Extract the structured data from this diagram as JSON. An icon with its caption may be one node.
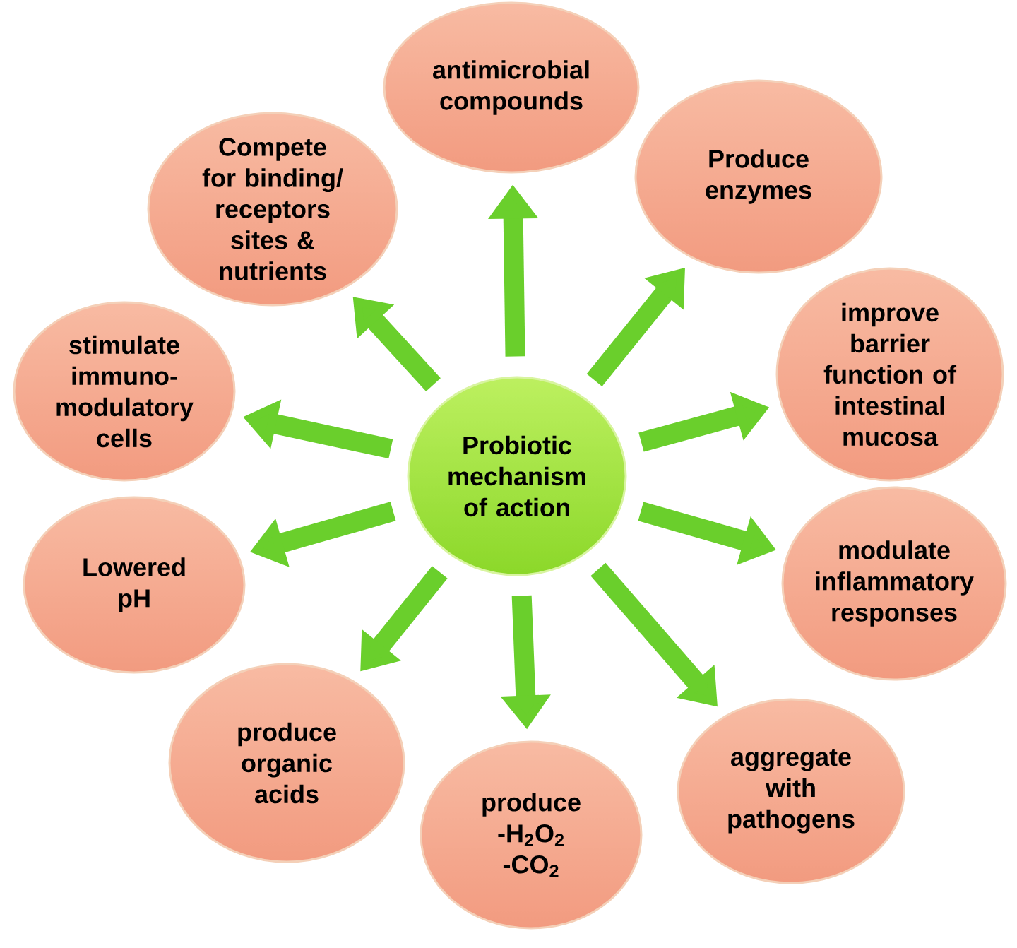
{
  "diagram": {
    "nodes": [
      {
        "text": [
          "Probiotic mechanism of action"
        ]
      },
      {
        "text": [
          "antimicrobial compounds"
        ]
      },
      {
        "text": [
          "Produce enzymes"
        ]
      },
      {
        "text": [
          "improve barrier function of intestinal mucosa"
        ]
      },
      {
        "text": [
          "modulate inflammatory responses"
        ]
      },
      {
        "text": [
          "aggregate with pathogens"
        ]
      },
      {
        "text": [
          "produce -H$_{2}$O$_{2}$ -CO$_{2}$"
        ]
      },
      {
        "text": [
          "produce organic acids"
        ]
      },
      {
        "text": [
          "Lowered pH"
        ]
      },
      {
        "text": [
          "stimulate immuno-modulatory cells"
        ]
      },
      {
        "text": [
          "Compete for binding/ receptors sites & nutrients"
        ]
      }
    ],
    "edges": [
      {
        "from": 0,
        "to": 1,
        "arrow": "to"
      },
      {
        "from": 0,
        "to": 2,
        "arrow": "to"
      },
      {
        "from": 0,
        "to": 3,
        "arrow": "to"
      },
      {
        "from": 0,
        "to": 4,
        "arrow": "to"
      },
      {
        "from": 0,
        "to": 5,
        "arrow": "to"
      },
      {
        "from": 0,
        "to": 6,
        "arrow": "to"
      },
      {
        "from": 0,
        "to": 7,
        "arrow": "to"
      },
      {
        "from": 0,
        "to": 8,
        "arrow": "to"
      },
      {
        "from": 0,
        "to": 9,
        "arrow": "to"
      },
      {
        "from": 0,
        "to": 10,
        "arrow": "to"
      }
    ]
  }
}
